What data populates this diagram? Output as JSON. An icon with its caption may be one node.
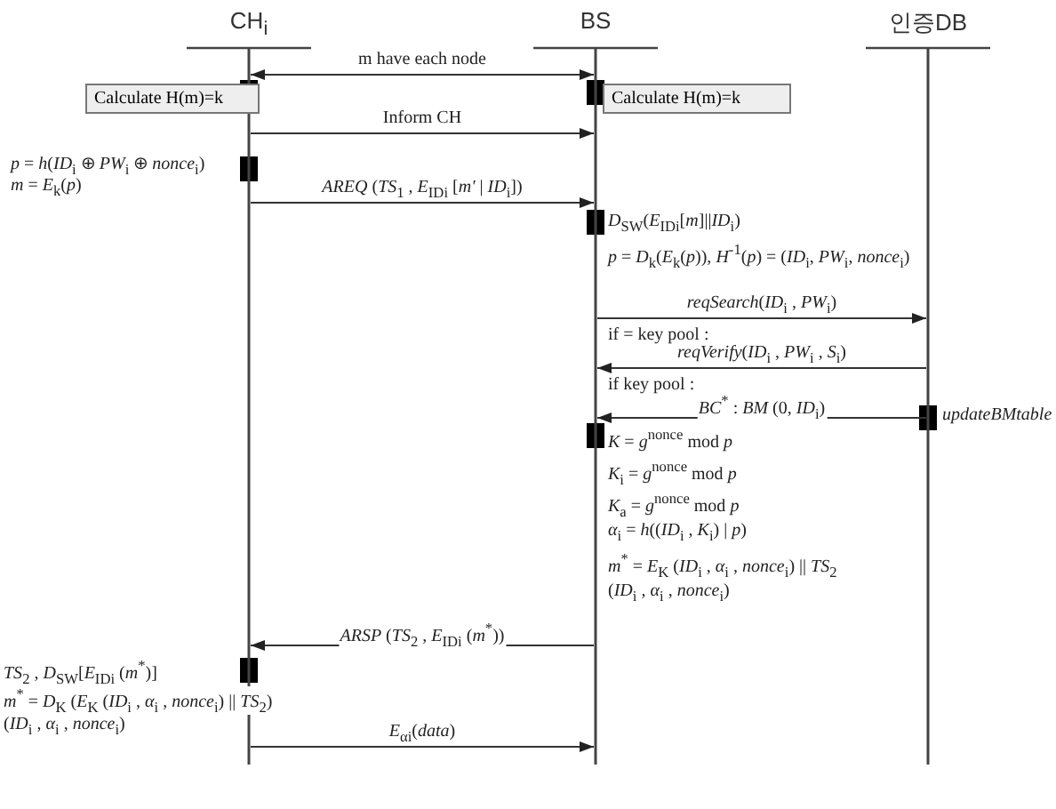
{
  "diagram": {
    "nodes": [
      {
        "text": [
          "CH$_{i}$"
        ]
      },
      {
        "text": [
          "BS"
        ]
      },
      {
        "text": [
          "인증DB"
        ]
      },
      {
        "text": [
          "Calculate H(m)=k"
        ]
      },
      {
        "text": [
          "Calculate H(m)=k"
        ]
      }
    ],
    "edges": [
      {
        "from": 0,
        "to": 1,
        "arrow": "both",
        "label": "m have each node"
      },
      {
        "from": 0,
        "to": 1,
        "arrow": "to",
        "label": "Inform CH"
      },
      {
        "from": 0,
        "to": 1,
        "arrow": "to",
        "label": "*AREQ* (*TS*$_{1}$ , *E*$_{IDi}$ [*m'* | *ID*$_{i}$])"
      },
      {
        "from": 1,
        "to": 2,
        "arrow": "to",
        "label": "*reqSearch*(*ID*$_{i}$ , *PW*$_{i}$)"
      },
      {
        "from": 2,
        "to": 1,
        "arrow": "to",
        "label": "*reqVerify*(*ID*$_{i}$ , *PW*$_{i}$ , *S*$_{i}$)"
      },
      {
        "from": 2,
        "to": 1,
        "arrow": "to",
        "label": "*BC*$^{*}$ : *BM* (0, *ID*$_{i}$)"
      },
      {
        "from": 1,
        "to": 0,
        "arrow": "to",
        "label": "*ARSP* (*TS*$_{2}$ , *E*$_{IDi}$ (*m*$^{*}$))"
      },
      {
        "from": 0,
        "to": 1,
        "arrow": "to",
        "label": "*E*$_{αi}$(*data*)"
      }
    ],
    "labels": [
      "*p* = *h*(*ID*$_{i}$ ⊕ *PW*$_{i}$ ⊕ *nonce*$_{i}$)",
      "*m* = *E*$_{k}$(*p*)",
      "*D*$_{SW}$(*E*$_{IDi}$[*m*]||*ID*$_{i}$)",
      "*p* = *D*$_{k}$(*E*$_{k}$(*p*)), *H*$^{-1}$(*p*) = (*ID*$_{i}$, *PW*$_{i}$, *nonce*$_{i}$)",
      "if = key pool :",
      "if key pool :",
      "*updateBMtable*",
      "*K* = *g*$^{nonce}$ mod *p*",
      "*K*$_{i}$ = *g*$^{nonce}$ mod *p*",
      "*K*$_{a}$ = *g*$^{nonce}$ mod *p*",
      "*α*$_{i}$ = *h*((*ID*$_{i}$ , *K*$_{i}$) | *p*)",
      "*m*$^{*}$ = *E*$_{K}$ (*ID*$_{i}$ , *α*$_{i}$ , *nonce*$_{i}$) || *TS*$_{2}$",
      "(*ID*$_{i}$ , *α*$_{i}$ , *nonce*$_{i}$)",
      "*TS*$_{2}$ , *D*$_{SW}$[*E*$_{IDi}$ (*m*$^{*}$)]",
      "*m*$^{*}$ = *D*$_{K}$ (*E*$_{K}$ (*ID*$_{i}$ , *α*$_{i}$ , *nonce*$_{i}$) || *TS*$_{2}$)",
      "(*ID*$_{i}$ , *α*$_{i}$ , *nonce*$_{i}$)"
    ]
  }
}
